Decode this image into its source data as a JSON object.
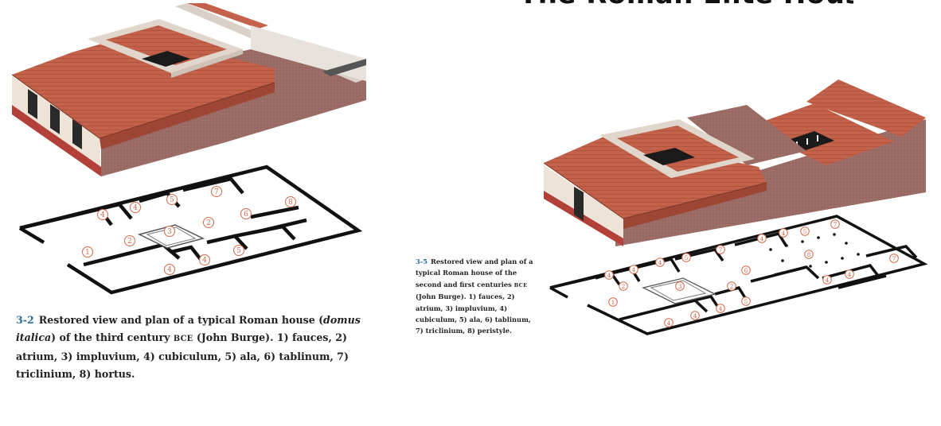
{
  "page": {
    "title": "The Roman Elite House"
  },
  "figure_left": {
    "number": "3-2",
    "caption_pre": "Restored view and plan of a typical Roman house (",
    "caption_italic": "domus italica",
    "caption_mid": ") of the third century ",
    "caption_era": "BCE",
    "caption_post": " (John Burge). 1) fauces, 2) atrium, 3) impluvium, 4) cubiculum, 5) ala, 6) tablinum, 7) triclinium, 8) hortus.",
    "plan_labels": [
      "1",
      "2",
      "2",
      "3",
      "4",
      "4",
      "4",
      "4",
      "5",
      "5",
      "6",
      "7",
      "8"
    ]
  },
  "figure_right": {
    "number": "3-5",
    "caption_pre": "Restored view and plan of a typical Roman house of the second and first centuries ",
    "caption_era": "BCE",
    "caption_post": " (John Burge). 1) fauces, 2) atrium, 3) impluvium, 4) cubiculum, 5) ala, 6) tablinum, 7) triclinium, 8) peristyle.",
    "plan_labels": [
      "1",
      "2",
      "2",
      "3",
      "4",
      "4",
      "4",
      "4",
      "4",
      "4",
      "4",
      "4",
      "4",
      "4",
      "5",
      "5",
      "5",
      "6",
      "7",
      "7",
      "7",
      "8"
    ]
  },
  "colors": {
    "roof": "#c4614a",
    "roof_dark": "#9e4634",
    "wall": "#9b6c66",
    "plaster": "#ede3d6",
    "base_red": "#b4403a",
    "label_circle": "#d46a4a",
    "fig_number": "#2b6f9f"
  }
}
